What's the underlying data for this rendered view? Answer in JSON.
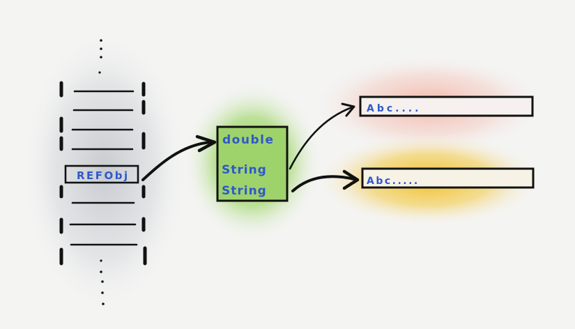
{
  "stack": {
    "ref_label": "REFObj"
  },
  "object": {
    "fields": [
      "double",
      "String",
      "String"
    ]
  },
  "strings": [
    {
      "value": "Abc...."
    },
    {
      "value": "Abc....."
    }
  ],
  "colors": {
    "ink": "#111111",
    "text_blue": "#2f58c9",
    "object_fill": "#9bd06a",
    "string1_glow": "#f3b6a8",
    "string2_glow": "#f2c12e",
    "stack_glow": "#c9cdd2"
  }
}
